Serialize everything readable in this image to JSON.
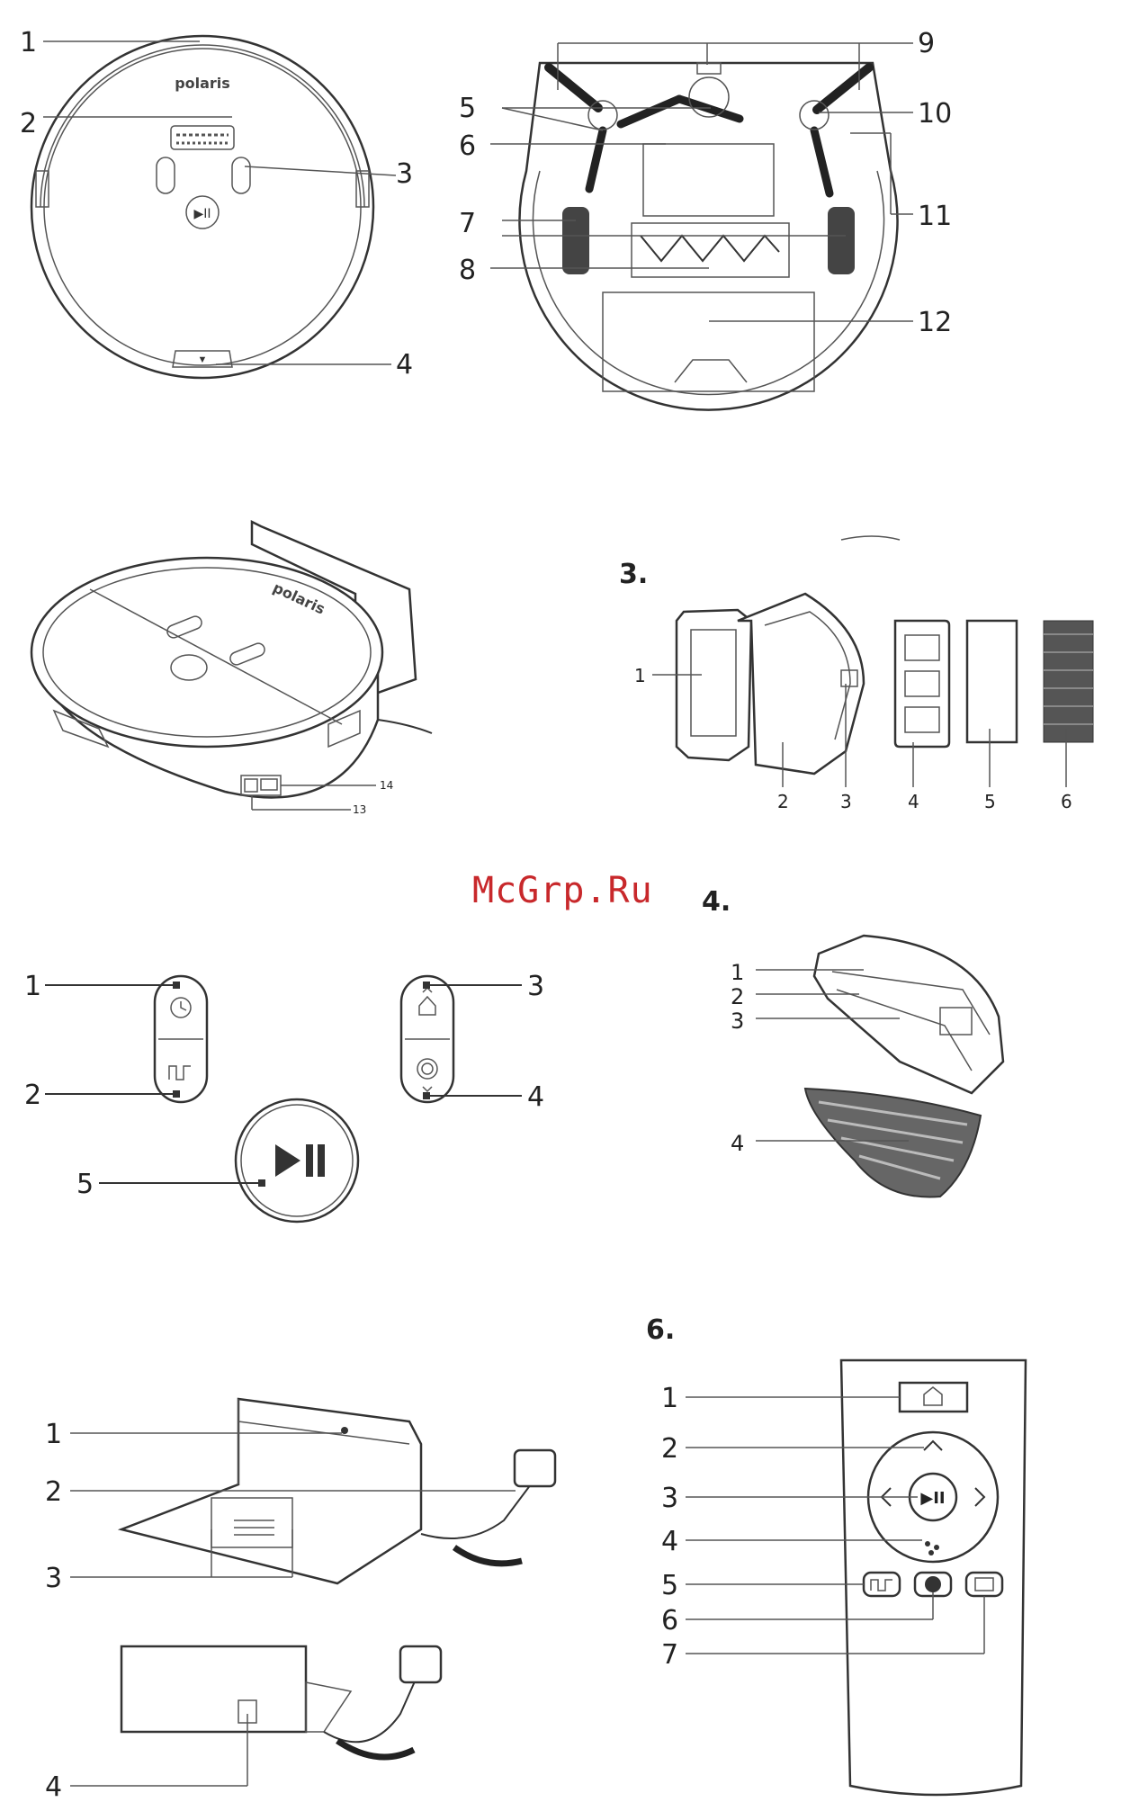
{
  "watermark": "McGrp.Ru",
  "brand": "polaris",
  "fig_top": {
    "labels": [
      "1",
      "2",
      "3",
      "4"
    ]
  },
  "fig_bottom": {
    "labels": [
      "5",
      "6",
      "7",
      "8",
      "9",
      "10",
      "11",
      "12"
    ]
  },
  "fig_perspective": {
    "labels": [
      "14",
      "13"
    ]
  },
  "sec3": {
    "title": "3.",
    "labels": [
      "1",
      "2",
      "3",
      "4",
      "5",
      "6"
    ]
  },
  "fig_buttons": {
    "labels": [
      "1",
      "2",
      "3",
      "4",
      "5"
    ]
  },
  "sec4": {
    "title": "4.",
    "labels": [
      "1",
      "2",
      "3",
      "4"
    ]
  },
  "fig_dock": {
    "labels": [
      "1",
      "2",
      "3",
      "4"
    ]
  },
  "sec6": {
    "title": "6.",
    "labels": [
      "1",
      "2",
      "3",
      "4",
      "5",
      "6",
      "7"
    ]
  }
}
